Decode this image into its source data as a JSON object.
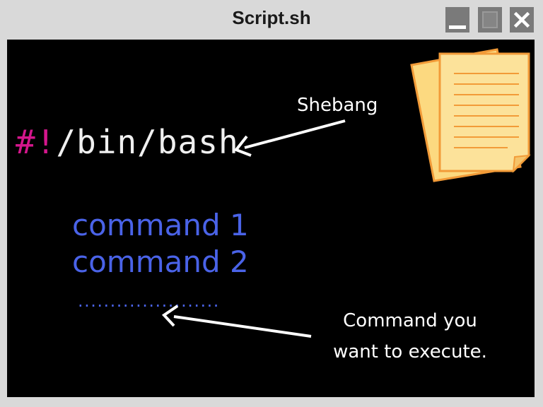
{
  "window": {
    "title": "Script.sh"
  },
  "script": {
    "shebang_prefix": "#!",
    "shebang_path": "/bin/bash",
    "commands": [
      "command 1",
      "command 2"
    ],
    "ellipsis": "......................"
  },
  "annotations": {
    "shebang_label": "Shebang",
    "command_label_line1": "Command you",
    "command_label_line2": "want to execute."
  },
  "colors": {
    "background": "#000000",
    "shebang_prefix": "#d4168c",
    "command_text": "#4a63e8",
    "document": "#fcd980",
    "document_border": "#f29b38"
  },
  "icons": [
    "minimize-icon",
    "maximize-icon",
    "close-icon",
    "document-stack-icon"
  ]
}
